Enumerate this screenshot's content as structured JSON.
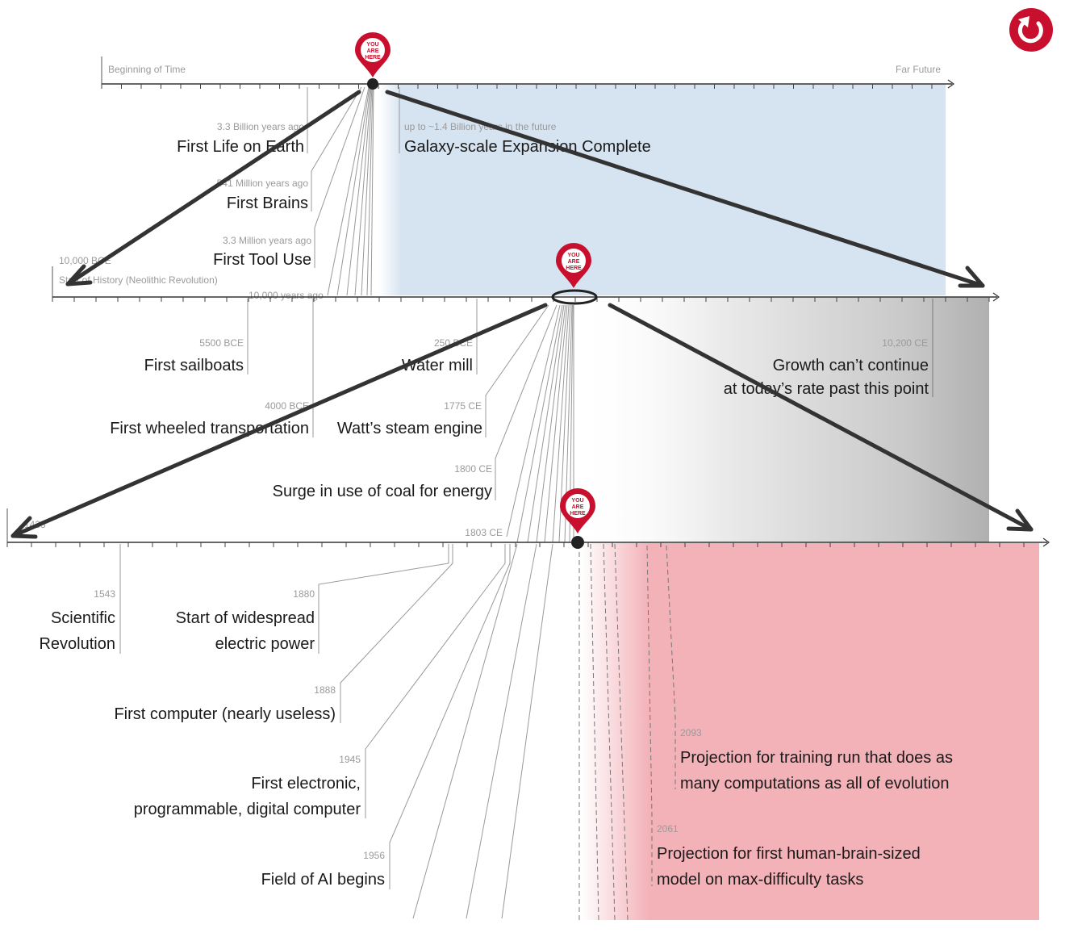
{
  "pin_label": [
    "YOU",
    "ARE",
    "HERE"
  ],
  "timeline_1": {
    "left_label": "Beginning of Time",
    "right_label": "Far Future",
    "events": [
      {
        "date": "3.3 Billion years ago",
        "label": "First Life on Earth"
      },
      {
        "date": "up to ~1.4 Billion years in the future",
        "label": "Galaxy-scale Expansion Complete"
      },
      {
        "date": "541 Million years ago",
        "label": "First Brains"
      },
      {
        "date": "3.3 Million years ago",
        "label": "First Tool Use"
      }
    ],
    "hidden_date": "10,000 years ago"
  },
  "timeline_2": {
    "start_date": "10,000 BCE",
    "start_label": "Start of History (Neolithic Revolution)",
    "events": [
      {
        "date": "5500 BCE",
        "label": "First sailboats"
      },
      {
        "date": "250 BCE",
        "label": "Water mill"
      },
      {
        "date": "10,200 CE",
        "label_lines": [
          "Growth can’t continue",
          "at today’s rate past this point"
        ]
      },
      {
        "date": "4000 BCE",
        "label": "First wheeled transportation"
      },
      {
        "date": "1775 CE",
        "label": "Watt’s steam engine"
      },
      {
        "date": "1800 CE",
        "label": "Surge in use of coal for energy"
      },
      {
        "date": "1803 CE",
        "label": ""
      }
    ]
  },
  "timeline_3": {
    "start_date": "1433",
    "events": [
      {
        "date": "1543",
        "label_lines": [
          "Scientific",
          "Revolution"
        ]
      },
      {
        "date": "1880",
        "label_lines": [
          "Start of widespread",
          "electric power"
        ]
      },
      {
        "date": "1888",
        "label": "First computer (nearly useless)"
      },
      {
        "date": "1945",
        "label_lines": [
          "First electronic,",
          "programmable, digital computer"
        ]
      },
      {
        "date": "1956",
        "label": "Field of AI begins"
      },
      {
        "date": "2093",
        "label_lines": [
          "Projection for training run that does as",
          "many computations as all of evolution"
        ]
      },
      {
        "date": "2061",
        "label_lines": [
          "Projection for first human-brain-sized",
          "model on max-difficulty tasks"
        ]
      }
    ]
  },
  "controls": {
    "reset_icon": "restart-icon"
  },
  "colors": {
    "pin_red": "#c8102e",
    "future_blue": "#d6e3f0",
    "future_gray": "#b3b3b3",
    "future_pink": "#f3b1b8",
    "arrow": "#333333"
  }
}
